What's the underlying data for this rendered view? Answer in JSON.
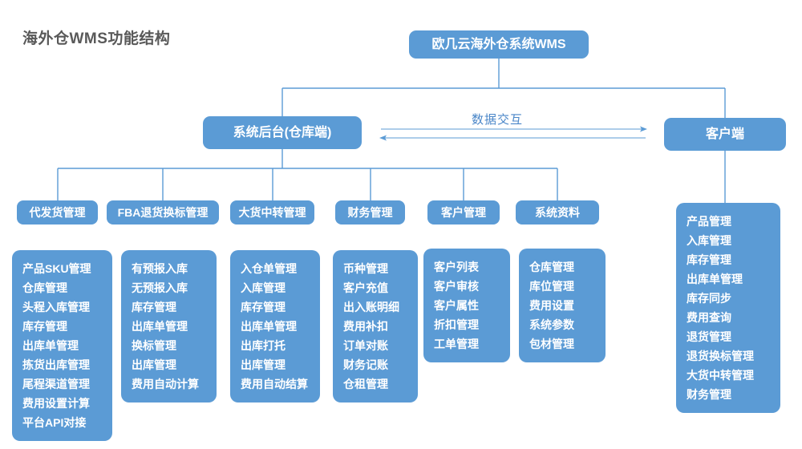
{
  "page": {
    "title": "海外仓WMS功能结构"
  },
  "root": {
    "label": "欧几云海外仓系统WMS"
  },
  "interaction_label": "数据交互",
  "backend": {
    "label": "系统后台(仓库端)",
    "modules": [
      {
        "label": "代发货管理",
        "items": [
          "产品SKU管理",
          "仓库管理",
          "头程入库管理",
          "库存管理",
          "出库单管理",
          "拣货出库管理",
          "尾程渠道管理",
          "费用设置计算",
          "平台API对接"
        ]
      },
      {
        "label": "FBA退货换标管理",
        "items": [
          "有预报入库",
          "无预报入库",
          "库存管理",
          "出库单管理",
          "换标管理",
          "出库管理",
          "费用自动计算"
        ]
      },
      {
        "label": "大货中转管理",
        "items": [
          "入仓单管理",
          "入库管理",
          "库存管理",
          "出库单管理",
          "出库打托",
          "出库管理",
          "费用自动结算"
        ]
      },
      {
        "label": "财务管理",
        "items": [
          "币种管理",
          "客户充值",
          "出入账明细",
          "费用补扣",
          "订单对账",
          "财务记账",
          "仓租管理"
        ]
      },
      {
        "label": "客户管理",
        "items": [
          "客户列表",
          "客户审核",
          "客户属性",
          "折扣管理",
          "工单管理"
        ]
      },
      {
        "label": "系统资料",
        "items": [
          "仓库管理",
          "库位管理",
          "费用设置",
          "系统参数",
          "包材管理"
        ]
      }
    ]
  },
  "client": {
    "label": "客户端",
    "items": [
      "产品管理",
      "入库管理",
      "库存管理",
      "出库单管理",
      "库存同步",
      "费用查询",
      "退货管理",
      "退货换标管理",
      "大货中转管理",
      "财务管理"
    ]
  },
  "colors": {
    "box_blue": "#5b9bd5",
    "line_blue": "#5b9bd5",
    "title_gray": "#595959",
    "label_blue": "#4a86c8",
    "text_white": "#ffffff"
  }
}
